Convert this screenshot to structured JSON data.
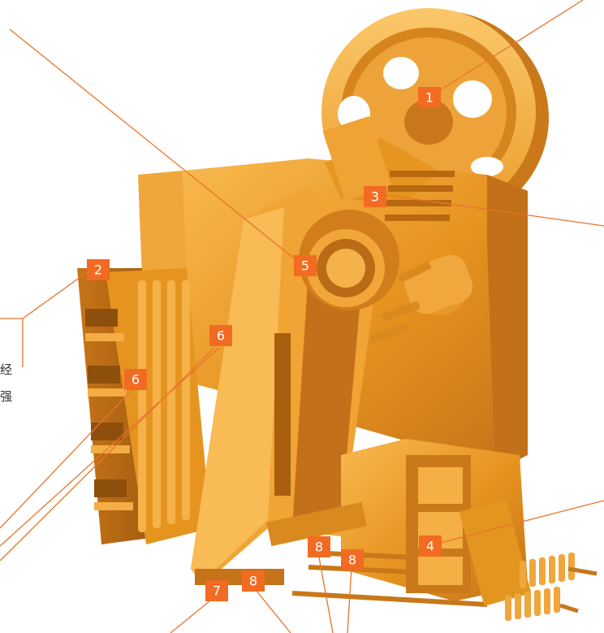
{
  "markers": [
    {
      "id": "m1",
      "label": "1"
    },
    {
      "id": "m2",
      "label": "2"
    },
    {
      "id": "m3",
      "label": "3"
    },
    {
      "id": "m4",
      "label": "4"
    },
    {
      "id": "m5",
      "label": "5"
    },
    {
      "id": "m6a",
      "label": "6"
    },
    {
      "id": "m6b",
      "label": "6"
    },
    {
      "id": "m7",
      "label": "7"
    },
    {
      "id": "m8a",
      "label": "8"
    },
    {
      "id": "m8b",
      "label": "8"
    },
    {
      "id": "m8c",
      "label": "8"
    }
  ],
  "side_text": [
    "经",
    "强"
  ],
  "colors": {
    "machine_body": "#e6921f",
    "machine_light": "#f7b54a",
    "machine_dark": "#b8680f",
    "marker": "#f26b22",
    "leader": "#e8742a"
  }
}
